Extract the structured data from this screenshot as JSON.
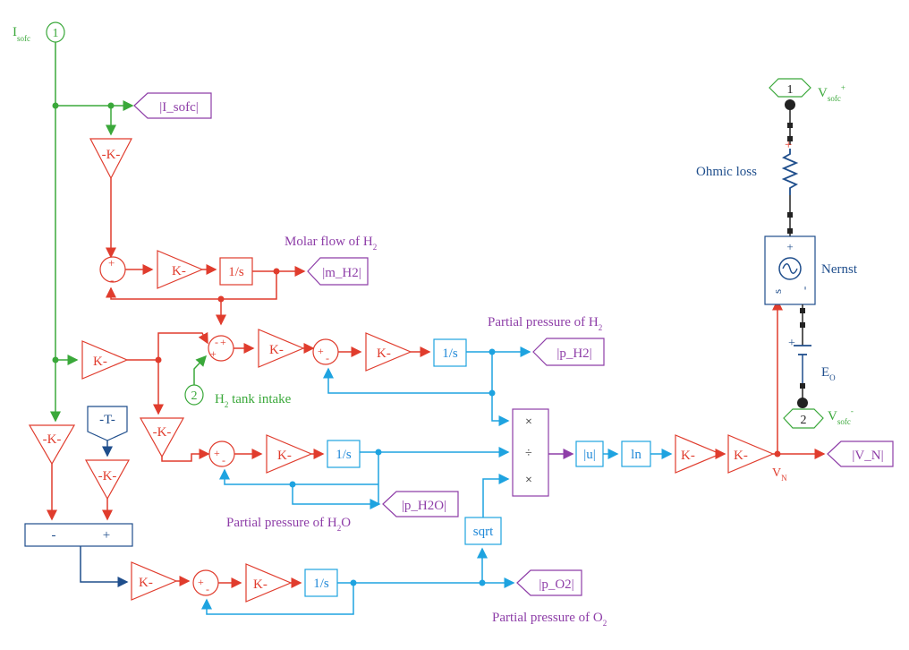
{
  "inputs": {
    "i_sofc_port": "1",
    "i_sofc_label": "I",
    "i_sofc_sub": "sofc",
    "h2_tank_port": "2",
    "h2_tank_label": "H",
    "h2_tank_sub": "2",
    "h2_tank_suffix": " tank intake"
  },
  "blocks": {
    "gain": "-K-",
    "gain_short": "K-",
    "integrator": "1/s",
    "abs": "|u|",
    "ln": "ln",
    "sqrt": "sqrt",
    "temp": "-T-",
    "plus": "+",
    "minus": "-",
    "mul": "×",
    "div": "÷"
  },
  "tags": {
    "i_sofc": "|I_sofc|",
    "m_h2": "|m_H2|",
    "p_h2": "|p_H2|",
    "p_h2o": "|p_H2O|",
    "p_o2": "|p_O2|",
    "v_n": "|V_N|"
  },
  "annotations": {
    "molar_flow": "Molar flow of H",
    "molar_flow_sub": "2",
    "pp_h2": "Partial pressure of H",
    "pp_h2_sub": "2",
    "pp_h2o": "Partial pressure of H",
    "pp_h2o_sub": "2",
    "pp_h2o_suffix": "O",
    "pp_o2": "Partial pressure of O",
    "pp_o2_sub": "2",
    "vn": "V",
    "vn_sub": "N"
  },
  "circuit": {
    "port1": "1",
    "port2": "2",
    "v_label": "V",
    "v_sub": "sofc",
    "v_plus": "+",
    "v_minus": "-",
    "ohmic": "Ohmic loss",
    "nernst": "Nernst",
    "e0": "E",
    "e0_sub": "O",
    "s_label": "s",
    "plus": "+",
    "minus": "-"
  },
  "colors": {
    "green": "#3aa83a",
    "red": "#e03c2d",
    "blue": "#1ea3e0",
    "navy": "#1f4e8c",
    "purple": "#8e3ea8"
  }
}
